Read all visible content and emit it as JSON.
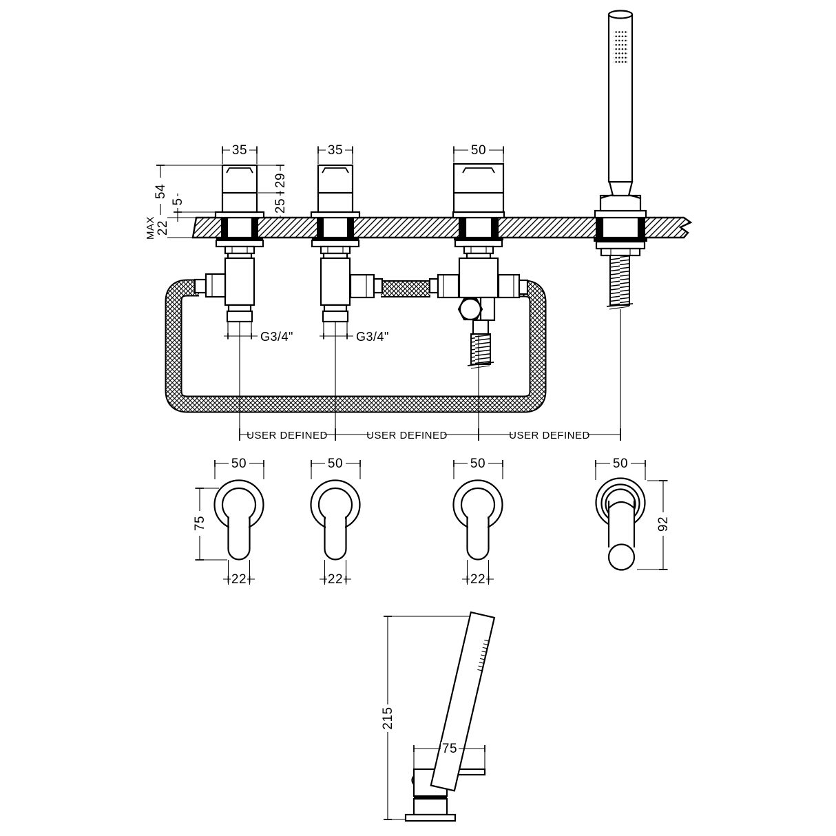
{
  "colors": {
    "line": "#000000",
    "background": "#ffffff"
  },
  "top_view": {
    "valve1_width": "35",
    "valve2_width": "35",
    "diverter_width": "50",
    "body_height": "54",
    "upper_height": "29",
    "lower_height": "25",
    "base_height": "5",
    "deck_max_label": "MAX",
    "deck_thickness": "22",
    "valve1_thread": "G3/4\"",
    "valve2_thread": "G3/4\"",
    "spacing1": "USER DEFINED",
    "spacing2": "USER DEFINED",
    "spacing3": "USER DEFINED"
  },
  "front_view": {
    "handle1_width": "50",
    "handle2_width": "50",
    "handle3_width": "50",
    "outlet_width": "50",
    "handle_height": "75",
    "handle1_lever": "22",
    "handle2_lever": "22",
    "handle3_lever": "22",
    "outlet_height": "92"
  },
  "side_view": {
    "overall_height": "215",
    "body_width": "75"
  }
}
